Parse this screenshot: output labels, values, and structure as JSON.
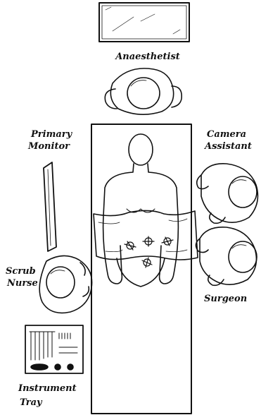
{
  "labels": {
    "anaesthetist": "Anaesthetist",
    "primary_monitor_1": "Primary",
    "primary_monitor_2": "Monitor",
    "camera_assistant_1": "Camera",
    "camera_assistant_2": "Assistant",
    "scrub_nurse_1": "Scrub",
    "scrub_nurse_2": "Nurse",
    "surgeon": "Surgeon",
    "instrument_tray_1": "Instrument",
    "instrument_tray_2": "Tray"
  }
}
